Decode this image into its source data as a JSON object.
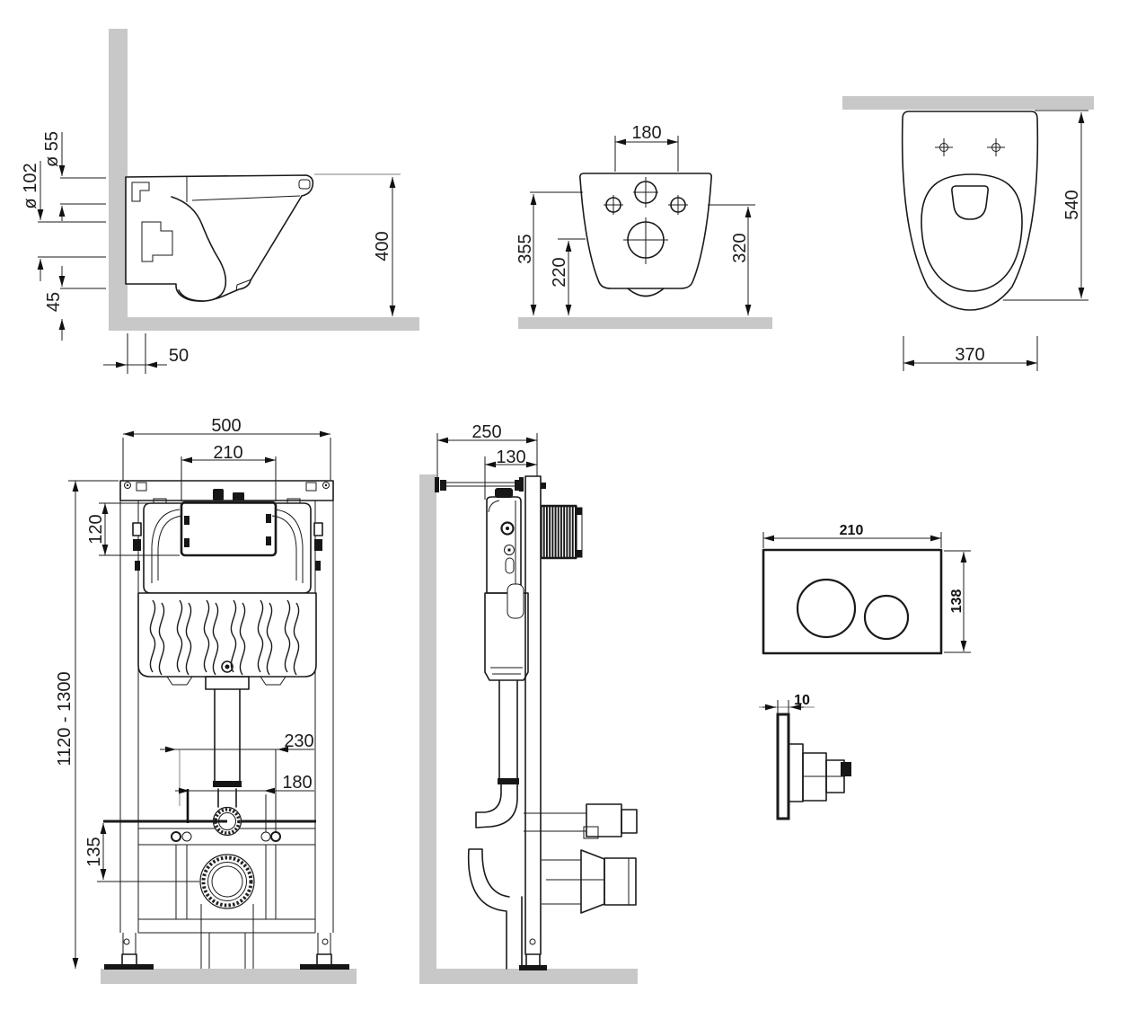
{
  "drawing": {
    "type": "installation technical drawing — wall-hung toilet with concealed cistern frame and flush plate"
  },
  "colors": {
    "line": "#1a1a1a",
    "wall_fill": "#c8c8c8",
    "dim_gray": "#9a9a9a",
    "background": "#ffffff"
  },
  "views": {
    "toilet_side": {
      "dims": {
        "inlet_diameter": "ø 55",
        "outlet_diameter": "ø 102",
        "outlet_floor_offset": "45",
        "wall_offset": "50",
        "rim_height": "400"
      }
    },
    "toilet_rear": {
      "dims": {
        "bolt_spacing": "180",
        "upper_height": "355",
        "outlet_height": "220",
        "side_height": "320"
      }
    },
    "toilet_top": {
      "dims": {
        "depth": "540",
        "width": "370"
      }
    },
    "frame_front": {
      "dims": {
        "frame_width": "500",
        "window_width": "210",
        "window_height": "120",
        "frame_height_range": "1120 - 1300",
        "rod_spacing_outer": "230",
        "rod_spacing_inner": "180",
        "outlet_drop": "135"
      }
    },
    "frame_side": {
      "dims": {
        "total_depth": "250",
        "frame_depth": "130"
      }
    },
    "flush_plate": {
      "dims": {
        "width": "210",
        "height": "138",
        "thickness": "10"
      }
    }
  }
}
